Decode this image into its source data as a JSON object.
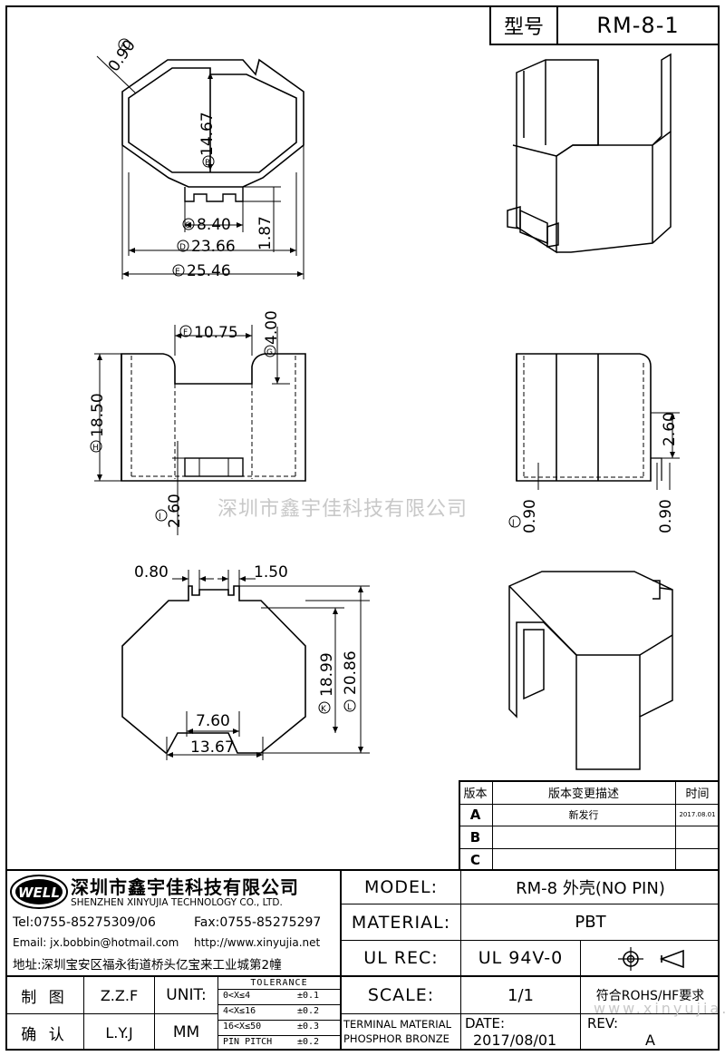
{
  "header": {
    "type_label": "型号",
    "part_number": "RM-8-1"
  },
  "drawing": {
    "top_view": {
      "dim_a": "0.90",
      "dim_b": "14.67",
      "dim_c": "8.40",
      "dim_d": "23.66",
      "dim_e": "25.46",
      "dim_h": "1.87",
      "marker_a": "A",
      "marker_b": "B",
      "marker_c": "C",
      "marker_d": "D",
      "marker_e": "E"
    },
    "front_view": {
      "dim_f": "10.75",
      "dim_g": "4.00",
      "dim_h": "18.50",
      "dim_i": "2.60",
      "marker_f": "F",
      "marker_g": "G",
      "marker_h": "H",
      "marker_i": "I"
    },
    "side_view": {
      "dim_height": "2.60",
      "dim_j": "0.90",
      "dim_k": "0.90",
      "marker_j": "J"
    },
    "bottom_view": {
      "dim_slot1": "0.80",
      "dim_slot2": "1.50",
      "dim_k": "18.99",
      "dim_l": "20.86",
      "dim_inner": "7.60",
      "dim_outer": "13.67",
      "marker_k": "K",
      "marker_l": "L"
    },
    "watermark": "深圳市鑫宇佳科技有限公司",
    "watermark_web": "www.xinyujia.net"
  },
  "revision_table": {
    "headers": [
      "版本",
      "版本变更描述",
      "时间"
    ],
    "rows": [
      {
        "rev": "A",
        "desc": "新发行",
        "date": "2017.08.01"
      },
      {
        "rev": "B",
        "desc": "",
        "date": ""
      },
      {
        "rev": "C",
        "desc": "",
        "date": ""
      }
    ]
  },
  "company": {
    "logo_text": "WELL",
    "name_cn": "深圳市鑫宇佳科技有限公司",
    "name_en": "SHENZHEN XINYUJIA TECHNOLOGY CO., LTD.",
    "tel": "Tel:0755-85275309/06",
    "fax": "Fax:0755-85275297",
    "email": "Email: jx.bobbin@hotmail.com",
    "web": "http://www.xinyujia.net",
    "address": "地址:深圳宝安区福永街道桥头亿宝来工业城第2幢"
  },
  "title_block": {
    "model_label": "MODEL:",
    "model_value": "RM-8 外壳(NO PIN)",
    "material_label": "MATERIAL:",
    "material_value": "PBT",
    "ulrec_label": "UL REC:",
    "ulrec_value": "UL 94V-0",
    "scale_label": "SCALE:",
    "scale_value": "1/1",
    "compliance": "符合ROHS/HF要求",
    "terminal_material_1": "TERMINAL MATERIAL",
    "terminal_material_2": "PHOSPHOR BRONZE",
    "date_label": "DATE:",
    "date_value": "2017/08/01",
    "rev_label": "REV:",
    "rev_value": "A",
    "drawn_label": "制 图",
    "drawn_value": "Z.Z.F",
    "checked_label": "确 认",
    "checked_value": "L.Y.J",
    "unit_label": "UNIT:",
    "unit_value": "MM",
    "tolerance_title": "TOLERANCE",
    "tolerance_rows": [
      {
        "range": "0<X≤4",
        "tol": "±0.1"
      },
      {
        "range": "4<X≤16",
        "tol": "±0.2"
      },
      {
        "range": "16<X≤50",
        "tol": "±0.3"
      },
      {
        "range": "PIN PITCH",
        "tol": "±0.2"
      }
    ]
  }
}
